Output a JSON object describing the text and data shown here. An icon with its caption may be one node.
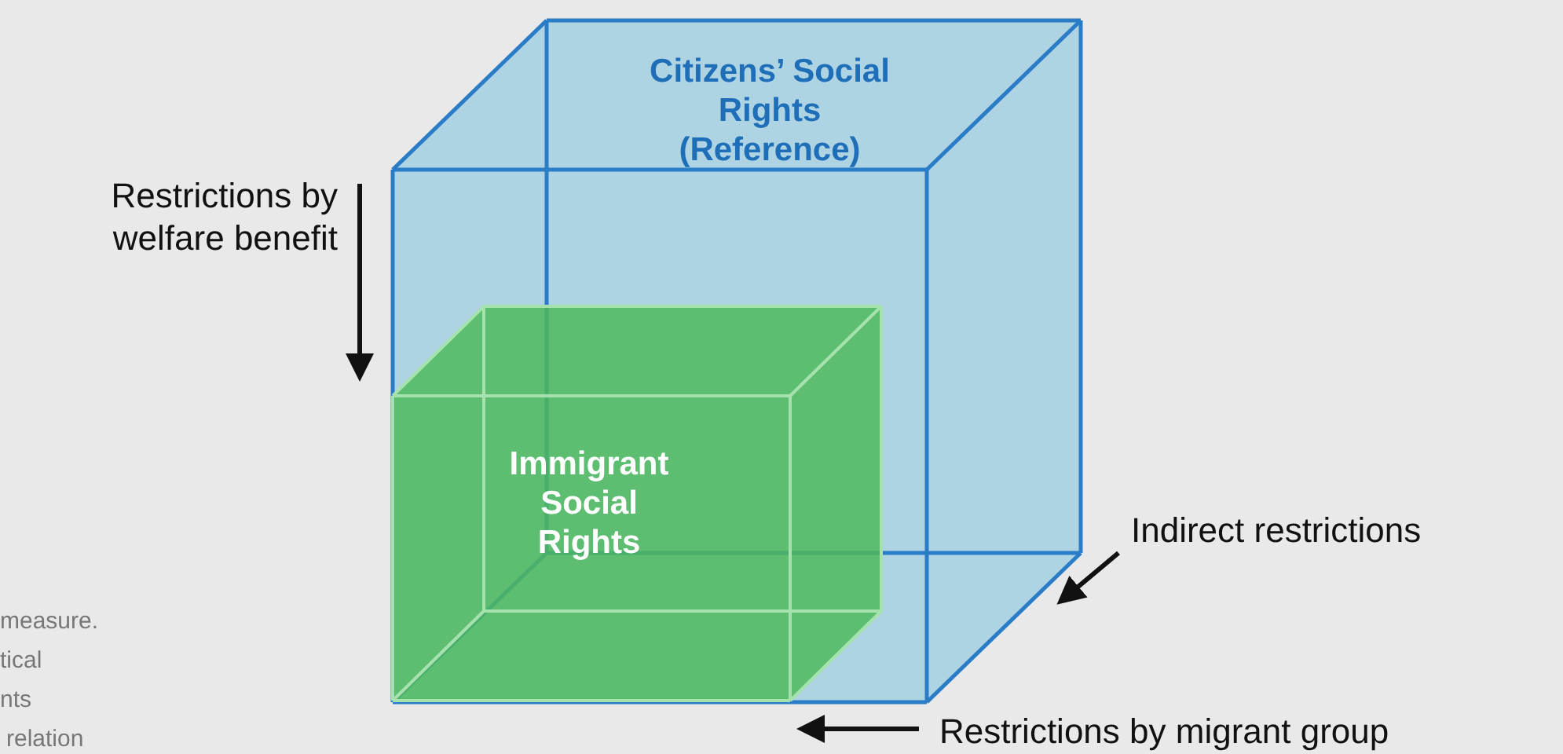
{
  "diagram": {
    "nodes": [
      {
        "text": [
          "Citizens’ Social Rights (Reference)"
        ]
      },
      {
        "text": [
          "Immigrant Social Rights"
        ],
        "in": 0
      }
    ],
    "labels": [
      "Restrictions by welfare benefit",
      "Indirect restrictions",
      "Restrictions by migrant group",
      "measure.",
      "tical",
      "nts",
      "relation"
    ]
  }
}
